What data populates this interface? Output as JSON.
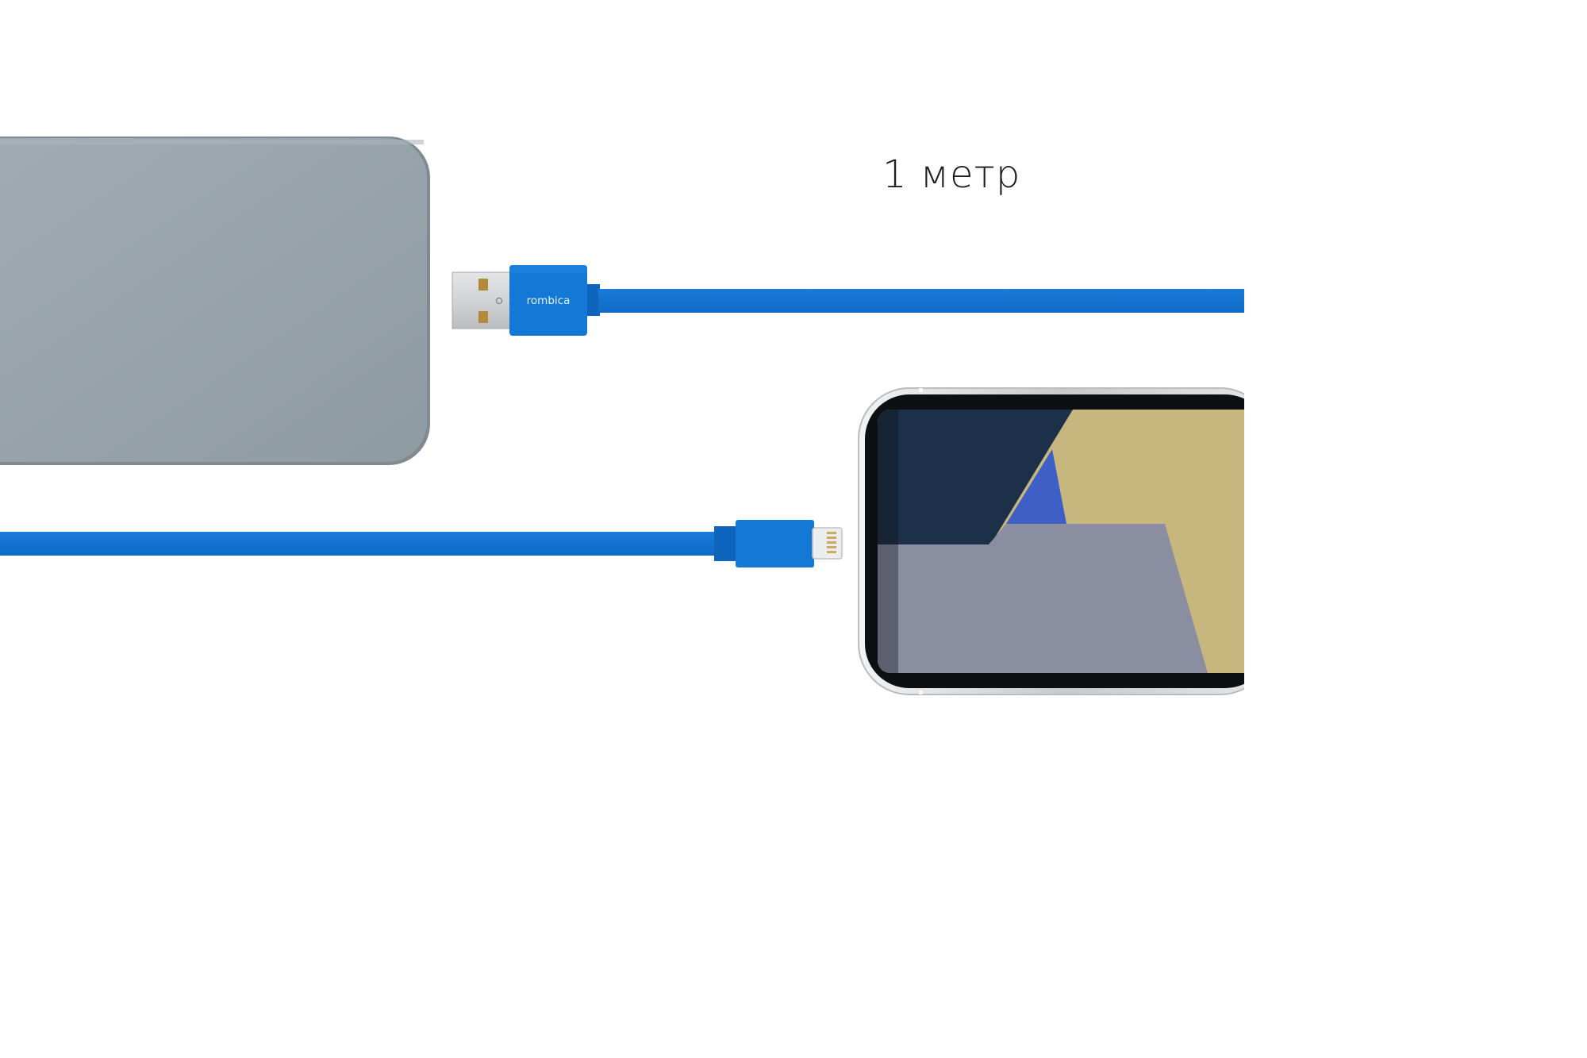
{
  "annotation": {
    "cable_length": "1 метр"
  },
  "connector": {
    "brand": "rombica"
  },
  "colors": {
    "background": "#ffffff",
    "cable": "#1473d2",
    "power_bank": "#97a3aa",
    "usb_metal": "#d9dadb",
    "usb_contacts": "#b28a3a",
    "phone_frame": "#d5d7d9",
    "screen_dark": "#1c3149",
    "screen_blue": "#3e5fc6",
    "screen_khaki": "#c7b67e",
    "screen_gray": "#8b8da1"
  },
  "objects": [
    "power-bank",
    "usb-a-plug",
    "lightning-plug",
    "smartphone",
    "cable"
  ]
}
